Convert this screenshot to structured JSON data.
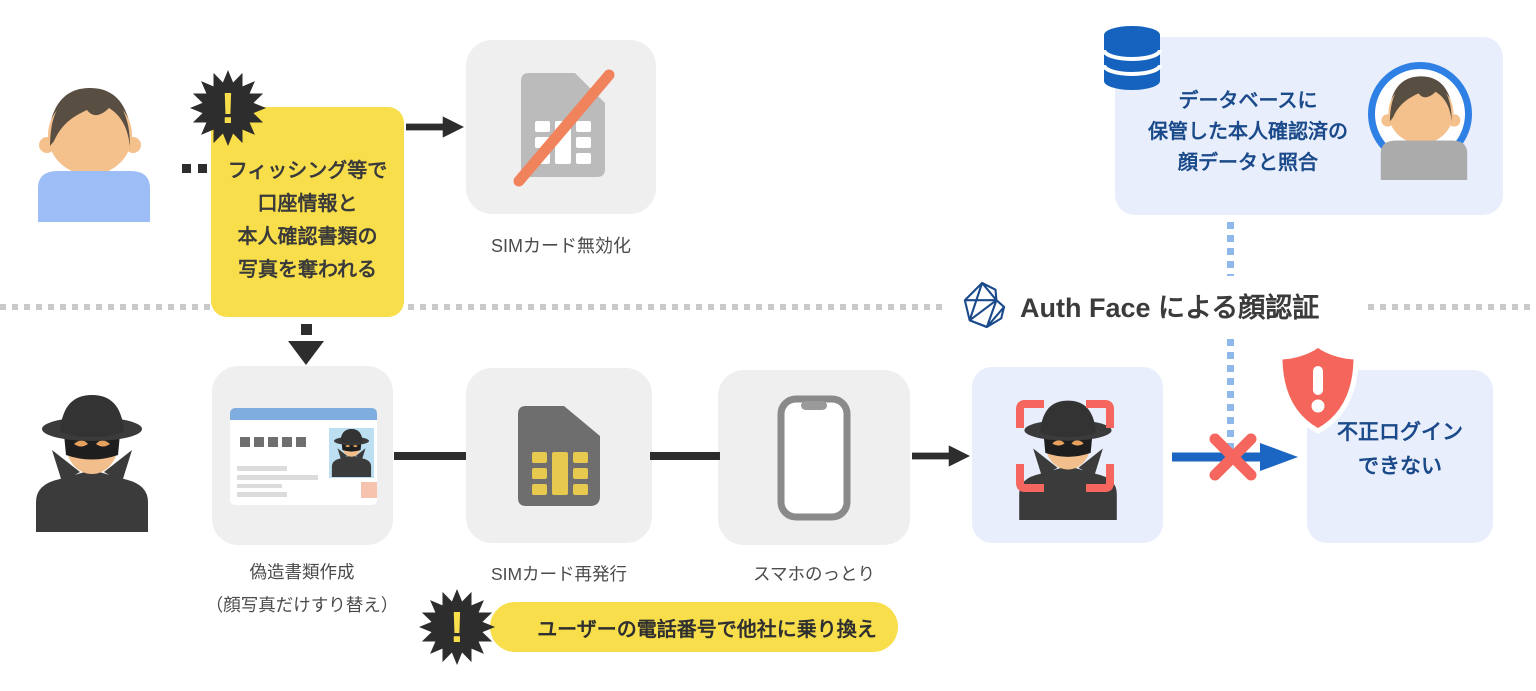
{
  "labels": {
    "phishing_callout": [
      "フィッシング等で",
      "口座情報と",
      "本人確認書類の",
      "写真を奪われる"
    ],
    "sim_disabled": "SIMカード無効化",
    "database_callout": [
      "データベースに",
      "保管した本人確認済の",
      "顔データと照合"
    ],
    "divider": "Auth Face による顔認証",
    "forged_doc": [
      "偽造書類作成",
      "（顔写真だけすり替え）"
    ],
    "sim_reissue": "SIMカード再発行",
    "phone_hijack": "スマホのっとり",
    "login_denied": [
      "不正ログイン",
      "できない"
    ],
    "carrier_switch": "ユーザーの電話番号で他社に乗り換え",
    "warning_mark": "!"
  },
  "icons": {
    "warning-burst-icon": "black starburst with exclamation",
    "database-icon": "blue cylinder stack",
    "auth-face-logo": "navy low-poly wireframe polygon",
    "sim-card-disabled-icon": "gray sim card with orange slash",
    "sim-card-icon": "dark sim card with gold contacts",
    "id-card-icon": "forged id card with thief photo",
    "smartphone-icon": "phone outline with notch",
    "face-scan-frame-icon": "red corner brackets",
    "shield-alert-icon": "red shield with exclamation",
    "person-icon": "user avatar",
    "hacker-icon": "masked thief with fedora",
    "cross-icon": "red x mark",
    "arrow-right-icon": "black arrow",
    "arrow-down-icon": "black dashed arrow"
  },
  "colors": {
    "accent_yellow": "#f8de4b",
    "panel_gray": "#efefef",
    "panel_blue": "#e8eefb",
    "navy_text": "#1b4a8b",
    "body_text": "#4b4b4b",
    "dark": "#2d2d2d",
    "alert_red": "#f4665e",
    "arrow_blue": "#1a66c2",
    "database_blue": "#1563be",
    "ring_blue": "#2f80e4",
    "dotted_blue": "#8fb9eb",
    "slash_orange": "#f0835c",
    "divider_gray": "#c9c9c9"
  }
}
